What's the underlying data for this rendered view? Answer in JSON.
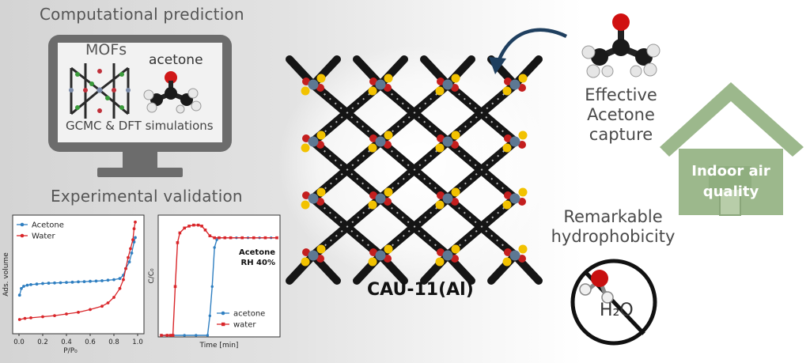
{
  "left_panel": {
    "computational_title": "Computational prediction",
    "mofs_label": "MOFs",
    "acetone_label": "acetone",
    "simulations_label": "GCMC & DFT simulations",
    "experimental_title": "Experimental validation"
  },
  "center": {
    "mof_name": "CAU-11(Al)"
  },
  "right_panel": {
    "capture_line1": "Effective",
    "capture_line2": "Acetone",
    "capture_line3": "capture",
    "hydro_line1": "Remarkable",
    "hydro_line2": "hydrophobicity",
    "water_formula": "H₂O",
    "house_line1": "Indoor air",
    "house_line2": "quality"
  },
  "colors": {
    "acetone": "#2f7fc1",
    "water": "#d9262a",
    "house": "#9cb88c",
    "arrow": "#1f3f5f"
  },
  "chart_data": [
    {
      "type": "line",
      "title": "",
      "xlabel": "P/P₀",
      "ylabel": "Ads. volume",
      "xlim": [
        0.0,
        1.0
      ],
      "xticks": [
        "0.0",
        "0.2",
        "0.4",
        "0.6",
        "0.8",
        "1.0"
      ],
      "legend": "top-left",
      "series": [
        {
          "name": "Acetone",
          "x": [
            0.005,
            0.02,
            0.04,
            0.07,
            0.1,
            0.15,
            0.2,
            0.25,
            0.3,
            0.35,
            0.4,
            0.45,
            0.5,
            0.55,
            0.6,
            0.65,
            0.7,
            0.75,
            0.8,
            0.85,
            0.88,
            0.9,
            0.93,
            0.95,
            0.97,
            0.98
          ],
          "y": [
            0.32,
            0.38,
            0.4,
            0.41,
            0.415,
            0.42,
            0.425,
            0.428,
            0.43,
            0.432,
            0.435,
            0.437,
            0.44,
            0.442,
            0.445,
            0.447,
            0.45,
            0.455,
            0.46,
            0.47,
            0.5,
            0.56,
            0.62,
            0.7,
            0.8,
            0.84
          ]
        },
        {
          "name": "Water",
          "x": [
            0.005,
            0.05,
            0.1,
            0.2,
            0.3,
            0.4,
            0.5,
            0.6,
            0.7,
            0.75,
            0.8,
            0.85,
            0.88,
            0.9,
            0.92,
            0.94,
            0.96,
            0.97,
            0.98
          ],
          "y": [
            0.1,
            0.11,
            0.115,
            0.125,
            0.135,
            0.15,
            0.165,
            0.19,
            0.22,
            0.25,
            0.3,
            0.38,
            0.46,
            0.56,
            0.66,
            0.74,
            0.82,
            0.92,
            0.98
          ]
        }
      ]
    },
    {
      "type": "line",
      "title": "",
      "xlabel": "Time [min]",
      "ylabel": "C/C₀",
      "annotation_line1": "Acetone",
      "annotation_line2": "RH 40%",
      "legend": "bottom-right",
      "series": [
        {
          "name": "acetone",
          "x": [
            0,
            10,
            20,
            30,
            40,
            42,
            44,
            46,
            48,
            50,
            55,
            60,
            65,
            70,
            75,
            80,
            85,
            90,
            95,
            100
          ],
          "y": [
            0,
            0,
            0,
            0,
            0,
            0.2,
            0.5,
            0.9,
            0.98,
            1.0,
            1.0,
            1.0,
            1.0,
            1.0,
            1.0,
            1.0,
            1.0,
            1.0,
            1.0,
            1.0
          ]
        },
        {
          "name": "water",
          "x": [
            0,
            5,
            8,
            10,
            12,
            14,
            16,
            20,
            24,
            28,
            32,
            35,
            38,
            42,
            46,
            50,
            55,
            60,
            70,
            80,
            90,
            100
          ],
          "y": [
            0,
            0,
            0,
            0,
            0.5,
            0.95,
            1.05,
            1.1,
            1.12,
            1.13,
            1.13,
            1.12,
            1.08,
            1.02,
            1.0,
            1.0,
            1.0,
            1.0,
            1.0,
            1.0,
            1.0,
            1.0
          ]
        }
      ]
    }
  ]
}
